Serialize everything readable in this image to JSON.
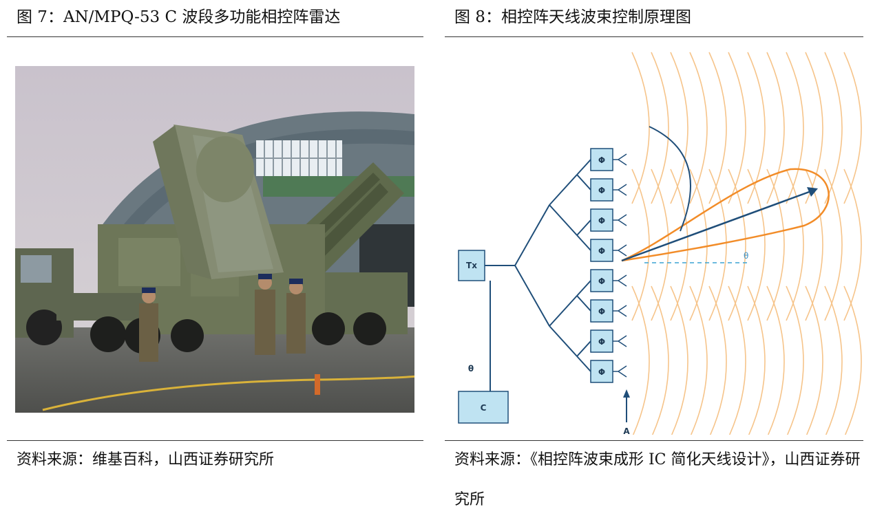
{
  "left_figure": {
    "title": "图 7：AN/MPQ-53 C 波段多功能相控阵雷达",
    "source": "资料来源：维基百科，山西证券研究所"
  },
  "right_figure": {
    "title": "图 8：相控阵天线波束控制原理图",
    "source": "资料来源：《相控阵波束成形 IC 简化天线设计》，山西证券研究所",
    "diagram": {
      "tx_label": "Tx",
      "c_label": "C",
      "theta_label": "θ",
      "theta_angle_label": "θ",
      "phase_label": "Φ",
      "arrow_label": "A",
      "beam_color": "#f28c28",
      "line_color": "#1f4e79",
      "box_fill": "#bfe3f2",
      "wave_color": "#f6c48a"
    }
  }
}
